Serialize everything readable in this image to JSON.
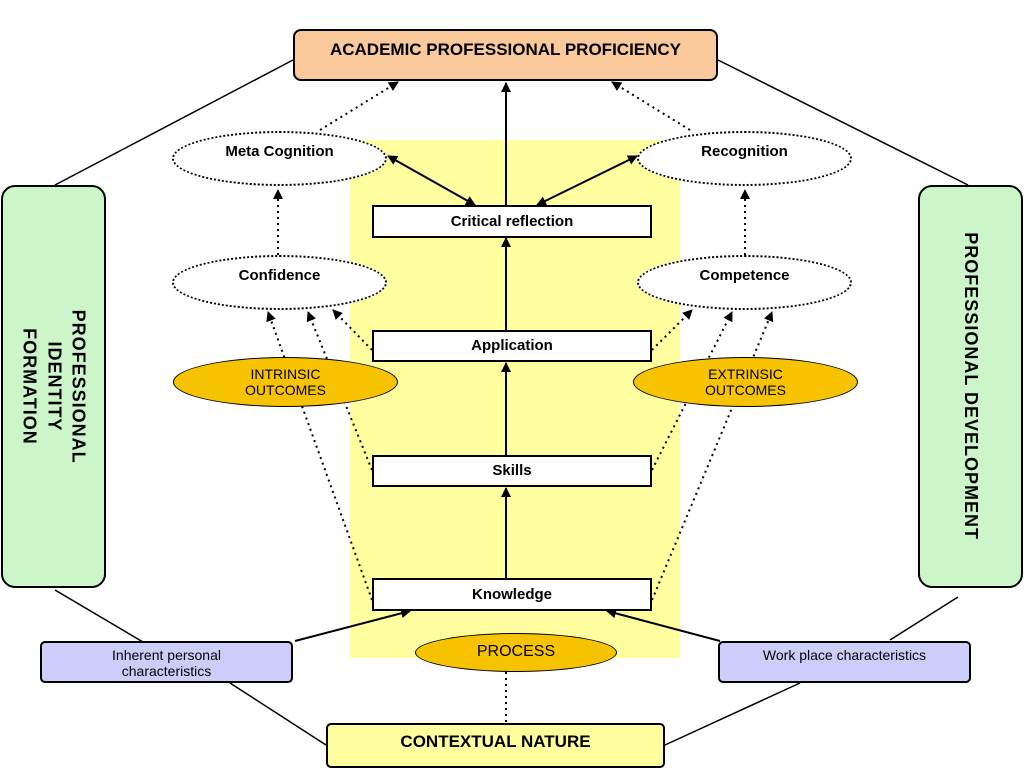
{
  "top": {
    "label": "ACADEMIC PROFESSIONAL PROFICIENCY"
  },
  "chain": {
    "critical_reflection": "Critical reflection",
    "application": "Application",
    "skills": "Skills",
    "knowledge": "Knowledge"
  },
  "ovals": {
    "meta_cognition": "Meta Cognition",
    "recognition": "Recognition",
    "confidence": "Confidence",
    "competence": "Competence"
  },
  "outcomes": {
    "intrinsic": "INTRINSIC OUTCOMES",
    "extrinsic": "EXTRINSIC OUTCOMES",
    "process": "PROCESS"
  },
  "sides": {
    "left": "PROFESSIONAL IDENTITY FORMATION",
    "right": "PROFESSIONAL DEVELOPMENT"
  },
  "inputs": {
    "personal": "Inherent personal characteristics",
    "workplace": "Work place characteristics"
  },
  "bottom": {
    "label": "CONTEXTUAL NATURE"
  },
  "colors": {
    "top_box": "#f9c99b",
    "highlight_panel": "#ffffa0",
    "outcome_ovals": "#f7c300",
    "side_boxes": "#ccf5c9",
    "input_boxes": "#cdcdfb"
  }
}
